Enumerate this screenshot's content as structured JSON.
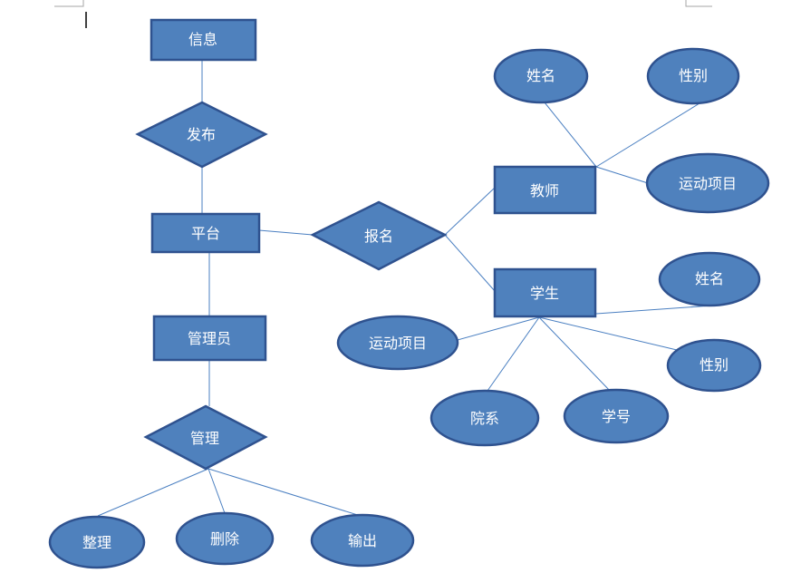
{
  "diagram": {
    "entities": [
      {
        "id": "info",
        "label": "信息"
      },
      {
        "id": "platform",
        "label": "平台"
      },
      {
        "id": "admin",
        "label": "管理员"
      },
      {
        "id": "teacher",
        "label": "教师"
      },
      {
        "id": "student",
        "label": "学生"
      }
    ],
    "relationships": [
      {
        "id": "publish",
        "label": "发布"
      },
      {
        "id": "register",
        "label": "报名"
      },
      {
        "id": "manage",
        "label": "管理"
      }
    ],
    "attributes": [
      {
        "id": "t_name",
        "label": "姓名"
      },
      {
        "id": "t_gender",
        "label": "性别"
      },
      {
        "id": "t_sport",
        "label": "运动项目"
      },
      {
        "id": "s_name",
        "label": "姓名"
      },
      {
        "id": "s_sport",
        "label": "运动项目"
      },
      {
        "id": "s_gender",
        "label": "性别"
      },
      {
        "id": "s_dept",
        "label": "院系"
      },
      {
        "id": "s_id",
        "label": "学号"
      },
      {
        "id": "m_sort",
        "label": "整理"
      },
      {
        "id": "m_delete",
        "label": "删除"
      },
      {
        "id": "m_export",
        "label": "输出"
      }
    ],
    "colors": {
      "fill": "#4f81bd",
      "stroke": "#2f528f",
      "line": "#4a7fc1",
      "text": "#ffffff"
    }
  }
}
